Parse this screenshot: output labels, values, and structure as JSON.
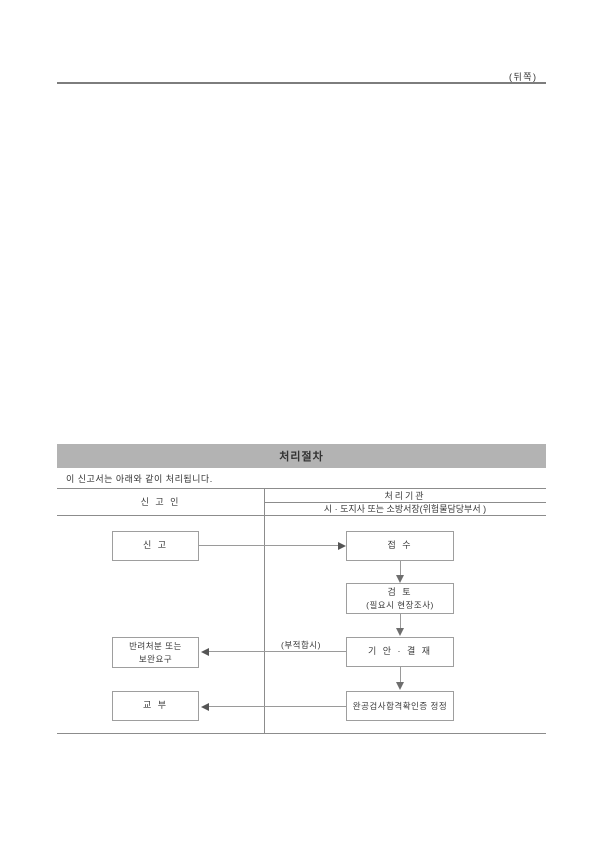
{
  "page": {
    "back_label": "(뒤쪽)"
  },
  "procedure_section": {
    "title": "처리절차",
    "intro": "이 신고서는 아래와 같이 처리됩니다.",
    "header": {
      "applicant": "신 고 인",
      "agency": "처리기관",
      "agency_detail": "시 · 도지사  또는  소방서장(위험물담당부서 )"
    },
    "flow": {
      "report": "신 고",
      "receipt": "접 수",
      "review": "검 토",
      "review_note": "(필요시 현장조사)",
      "rejection_line1": "반려처분 또는",
      "rejection_line2": "보완요구",
      "draft_approval": "기 안 · 결 재",
      "unfit_label": "(부적합시)",
      "issuance": "교 부",
      "certificate": "완공검사합격확인증 정정"
    },
    "colors": {
      "title_bar_bg": "#b3b3b3",
      "top_rule": "#7d7d7d",
      "table_line": "#8c8c8c",
      "box_border": "#9e9e9e",
      "connector_line": "#9a9a9a",
      "arrowhead": "#555555",
      "text": "#3a3a3a"
    }
  }
}
